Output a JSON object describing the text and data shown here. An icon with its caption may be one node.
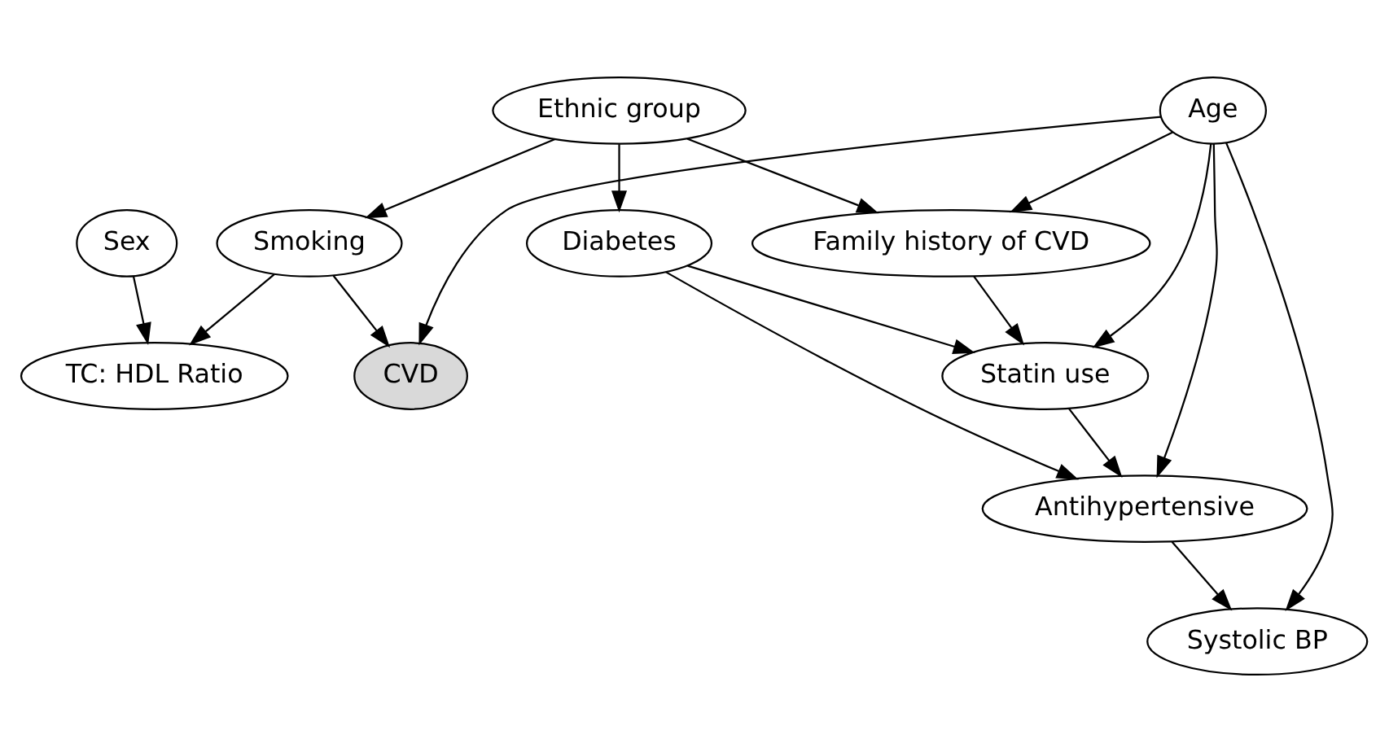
{
  "diagram": {
    "nodes": [
      {
        "text": [
          "Ethnic group"
        ]
      },
      {
        "text": [
          "Age"
        ]
      },
      {
        "text": [
          "Sex"
        ]
      },
      {
        "text": [
          "Smoking"
        ]
      },
      {
        "text": [
          "Diabetes"
        ]
      },
      {
        "text": [
          "Family history of CVD"
        ]
      },
      {
        "text": [
          "TC: HDL Ratio"
        ]
      },
      {
        "text": [
          "CVD"
        ]
      },
      {
        "text": [
          "Statin use"
        ]
      },
      {
        "text": [
          "Antihypertensive"
        ]
      },
      {
        "text": [
          "Systolic BP"
        ]
      }
    ],
    "edges": [
      {
        "from": 0,
        "to": 3,
        "arrow": "to"
      },
      {
        "from": 0,
        "to": 4,
        "arrow": "to"
      },
      {
        "from": 0,
        "to": 5,
        "arrow": "to"
      },
      {
        "from": 1,
        "to": 7,
        "arrow": "to"
      },
      {
        "from": 1,
        "to": 5,
        "arrow": "to"
      },
      {
        "from": 1,
        "to": 8,
        "arrow": "to"
      },
      {
        "from": 1,
        "to": 9,
        "arrow": "to"
      },
      {
        "from": 1,
        "to": 10,
        "arrow": "to"
      },
      {
        "from": 2,
        "to": 6,
        "arrow": "to"
      },
      {
        "from": 3,
        "to": 6,
        "arrow": "to"
      },
      {
        "from": 3,
        "to": 7,
        "arrow": "to"
      },
      {
        "from": 4,
        "to": 8,
        "arrow": "to"
      },
      {
        "from": 4,
        "to": 9,
        "arrow": "to"
      },
      {
        "from": 5,
        "to": 8,
        "arrow": "to"
      },
      {
        "from": 8,
        "to": 9,
        "arrow": "to"
      },
      {
        "from": 9,
        "to": 10,
        "arrow": "to"
      }
    ]
  }
}
